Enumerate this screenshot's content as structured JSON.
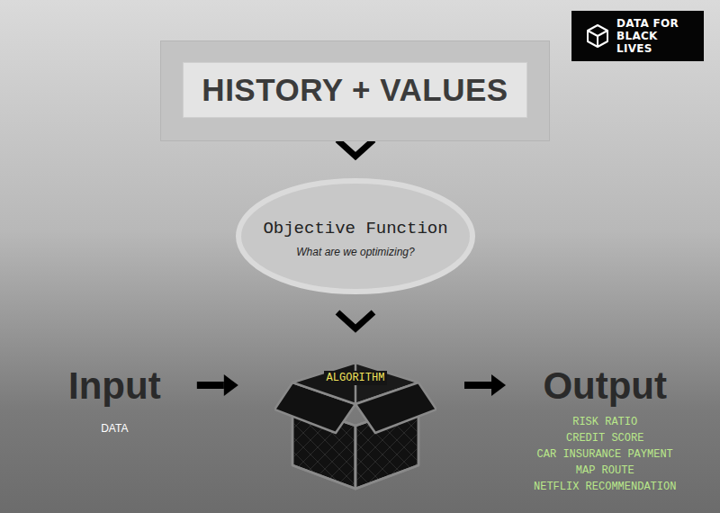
{
  "diagram": {
    "nodes": [
      {
        "text": [
          "DATA FOR BLACK LIVES"
        ]
      },
      {
        "text": [
          "HISTORY + VALUES"
        ]
      },
      {
        "text": [
          "Objective Function",
          "What are we optimizing?"
        ]
      },
      {
        "text": [
          "Input",
          "DATA"
        ]
      },
      {
        "text": [
          "ALGORITHM"
        ]
      },
      {
        "text": [
          "Output",
          "RISK RATIO",
          "CREDIT SCORE",
          "CAR INSURANCE PAYMENT",
          "MAP ROUTE",
          "NETFLIX RECOMMENDATION"
        ]
      }
    ],
    "edges": [
      {
        "from": 1,
        "to": 2,
        "arrow": "to"
      },
      {
        "from": 2,
        "to": 4,
        "arrow": "to"
      },
      {
        "from": 3,
        "to": 4,
        "arrow": "to"
      },
      {
        "from": 4,
        "to": 5,
        "arrow": "to"
      }
    ]
  }
}
